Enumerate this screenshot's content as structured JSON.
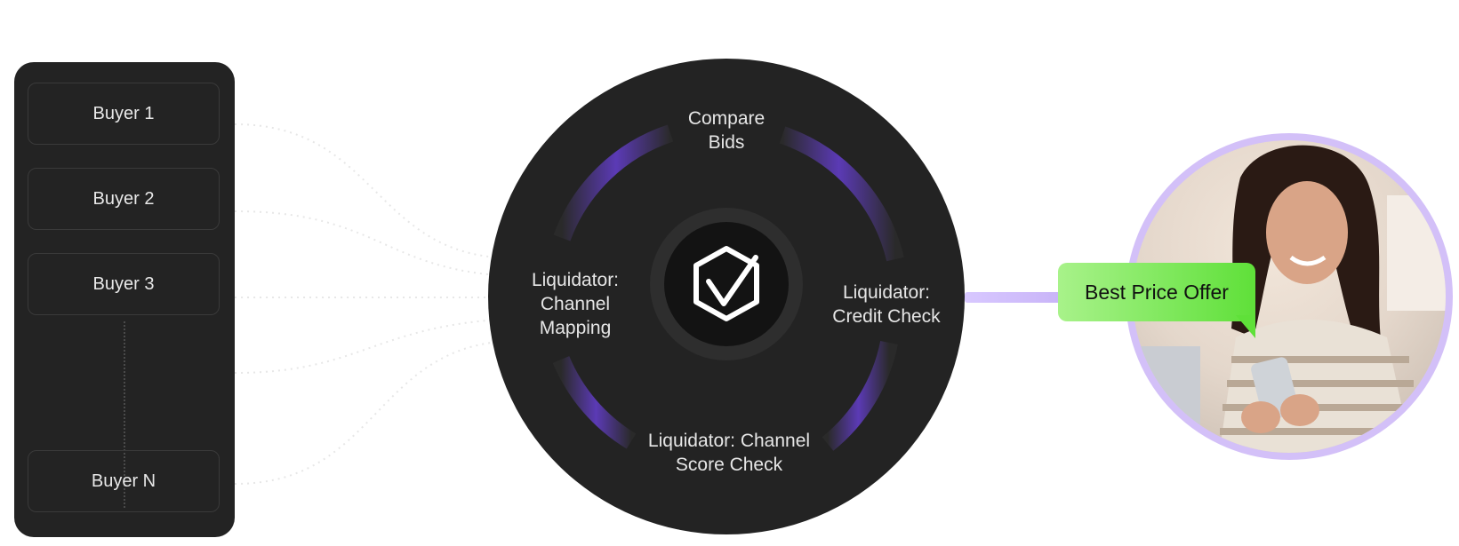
{
  "buyers": {
    "items": [
      {
        "label": "Buyer 1"
      },
      {
        "label": "Buyer 2"
      },
      {
        "label": "Buyer 3"
      },
      {
        "label": "Buyer N"
      }
    ]
  },
  "hub": {
    "steps": {
      "compare_bids": "Compare\nBids",
      "channel_mapping": "Liquidator:\nChannel\nMapping",
      "credit_check": "Liquidator:\nCredit Check",
      "score_check": "Liquidator: Channel\nScore Check"
    },
    "center_icon": "check-badge-icon",
    "accent_color": "#6a45c9"
  },
  "offer": {
    "label": "Best Price Offer",
    "bubble_color": "#7ce85a",
    "ring_color": "#c9b4f5"
  },
  "customer": {
    "image": "woman-with-phone-photo"
  }
}
